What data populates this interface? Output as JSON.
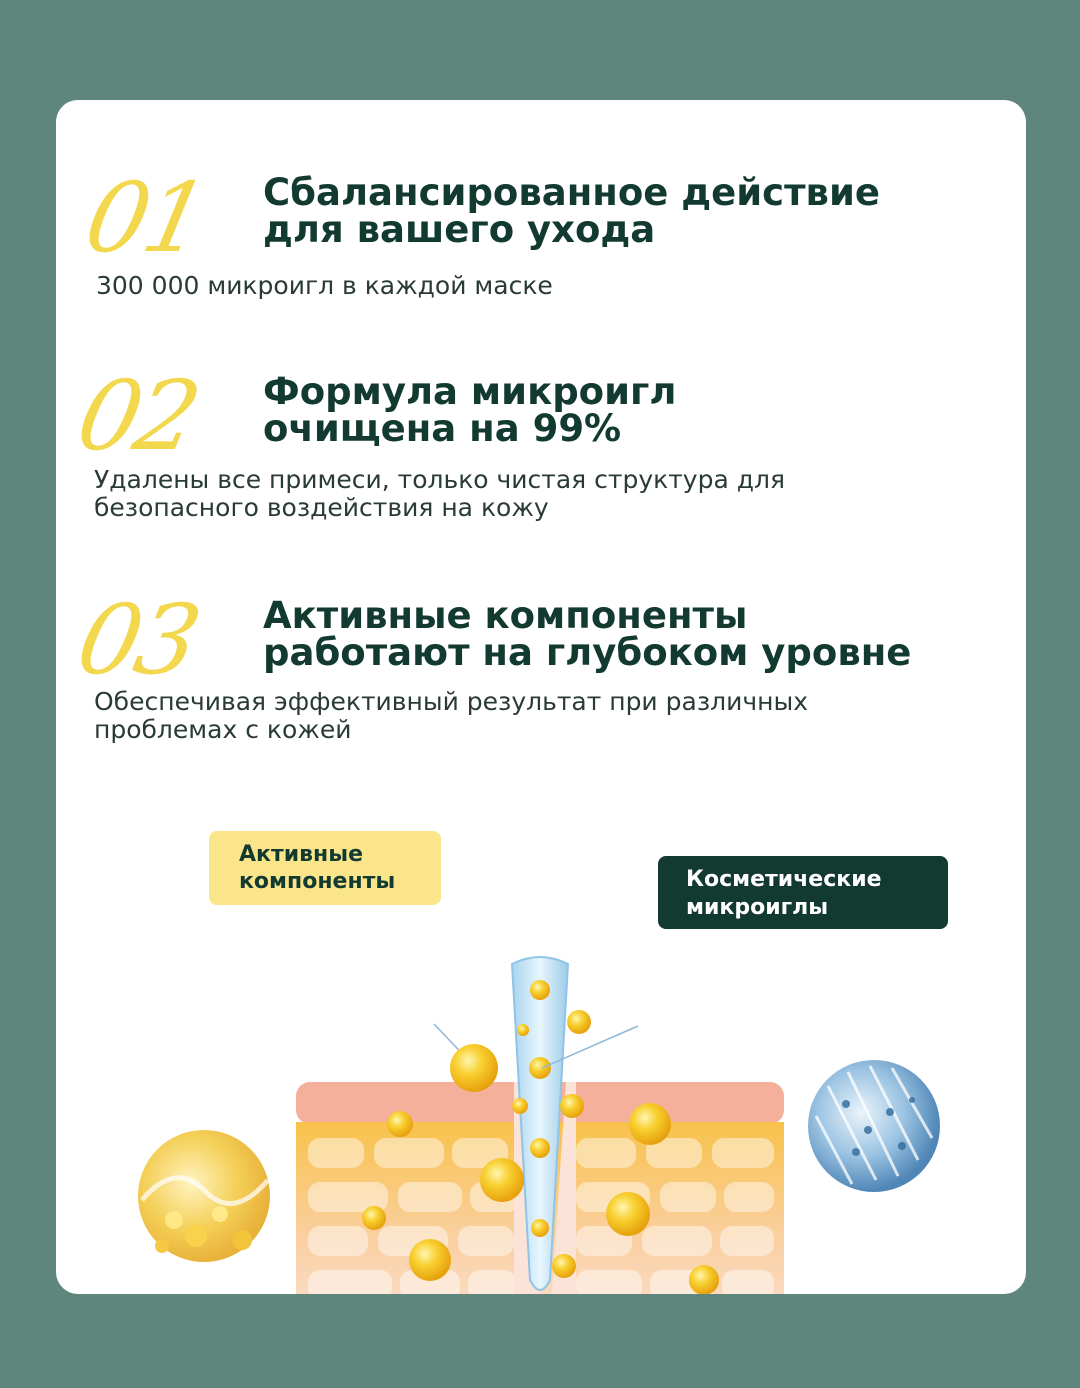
{
  "items": [
    {
      "number": "01",
      "title_line1": "Сбалансированное действие",
      "title_line2": "для вашего ухода",
      "description": "300 000 микроигл в каждой маске"
    },
    {
      "number": "02",
      "title_line1": "Формула микроигл",
      "title_line2": "очищена на 99%",
      "description_line1": "Удалены все примеси, только чистая структура для",
      "description_line2": "безопасного воздействия на кожу"
    },
    {
      "number": "03",
      "title_line1": "Активные компоненты",
      "title_line2": "работают на глубоком уровне",
      "description_line1": "Обеспечивая эффективный результат при различных",
      "description_line2": "проблемах с кожей"
    }
  ],
  "diagram": {
    "label_active_line1": "Активные",
    "label_active_line2": "компоненты",
    "label_needles_line1": "Косметические",
    "label_needles_line2": "микроиглы"
  },
  "colors": {
    "background": "#5f867d",
    "accent_yellow": "#f3d84e",
    "dark_green": "#133a30"
  }
}
